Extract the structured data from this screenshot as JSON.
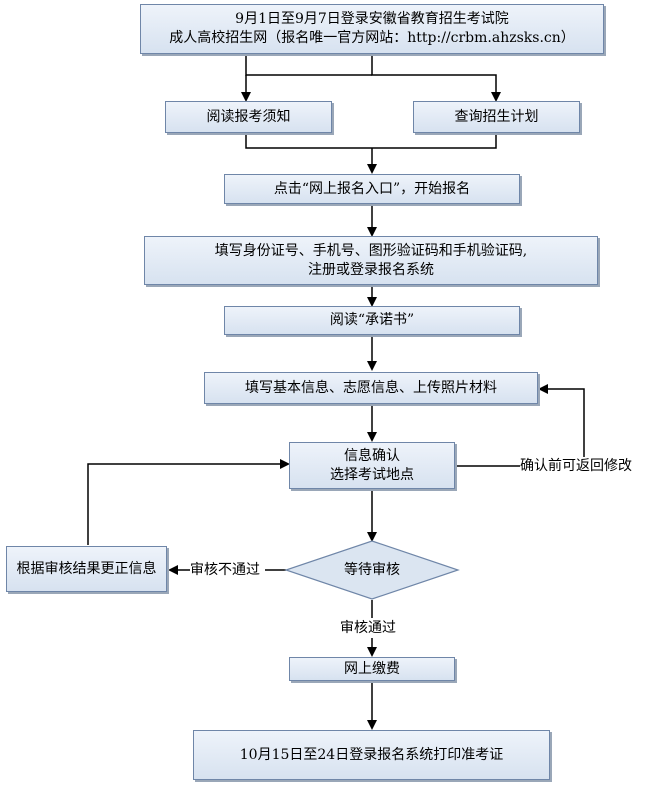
{
  "steps": {
    "login": {
      "line1": "9月1日至9月7日登录安徽省教育招生考试院",
      "line2": "成人高校招生网（报名唯一官方网站：http://crbm.ahzsks.cn）"
    },
    "read_notice": "阅读报考须知",
    "query_plan": "查询招生计划",
    "click_entry": "点击“网上报名入口”，开始报名",
    "register": {
      "line1": "填写身份证号、手机号、图形验证码和手机验证码,",
      "line2": "注册或登录报名系统"
    },
    "read_pledge": "阅读“承诺书”",
    "fill_info": "填写基本信息、志愿信息、上传照片材料",
    "confirm": {
      "line1": "信息确认",
      "line2": "选择考试地点"
    },
    "wait_review": "等待审核",
    "correct_info": "根据审核结果更正信息",
    "pay": "网上缴费",
    "print_ticket": "10月15日至24日登录报名系统打印准考证"
  },
  "labels": {
    "modify_before_confirm": "确认前可返回修改",
    "review_failed": "审核不通过",
    "review_passed": "审核通过"
  }
}
